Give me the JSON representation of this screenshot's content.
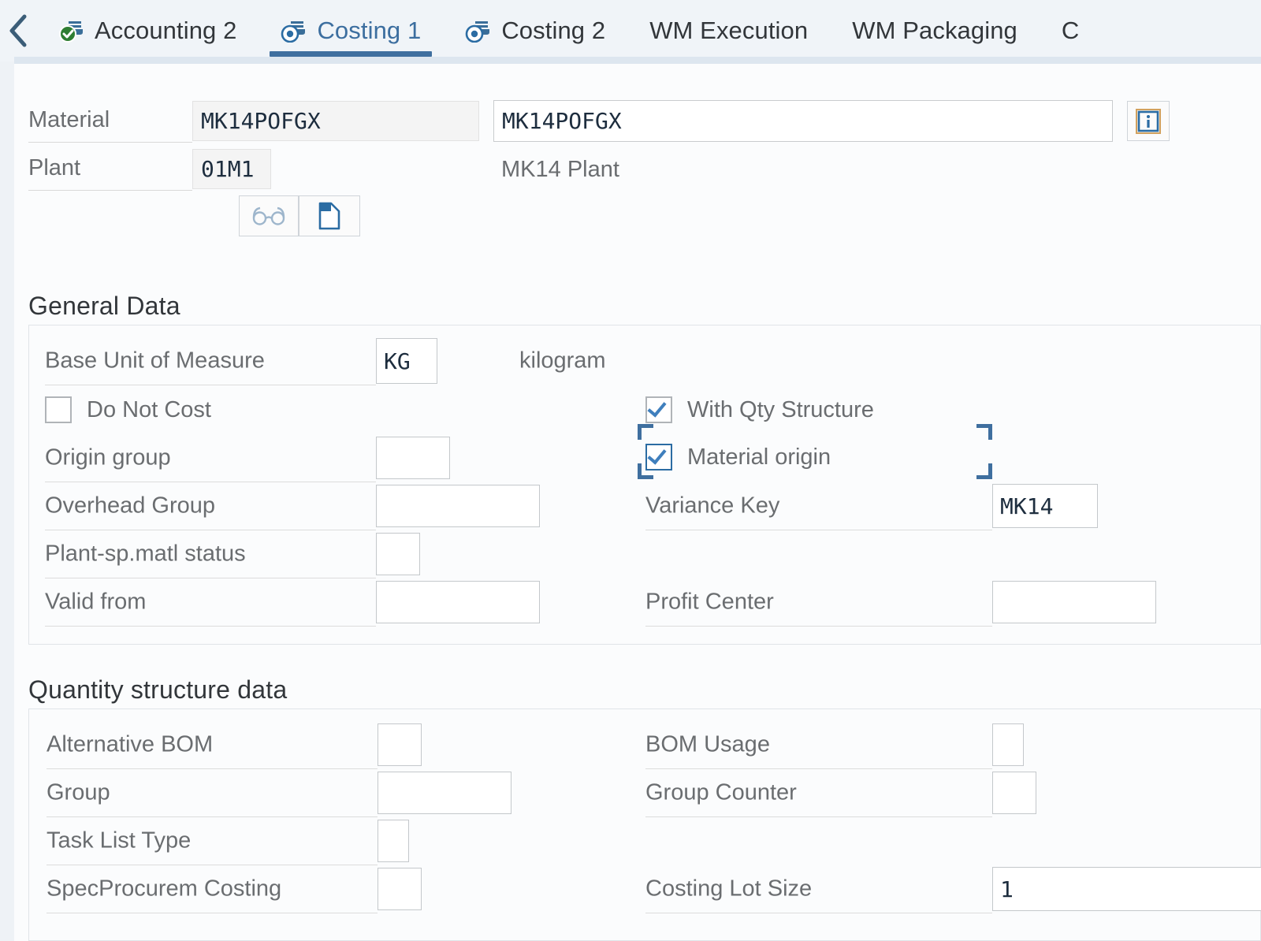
{
  "colors": {
    "tab_active": "#3c6e9f",
    "tab_underline": "#3f6f9f",
    "tabbar_bg": "#f0f4f8",
    "label": "#6a6d70",
    "value": "#1d2d3e",
    "focus_bracket": "#3f6f9f",
    "status_green": "#2e7d32",
    "icon_blue": "#3a6e99"
  },
  "tabbar": {
    "back_icon": "chevron-left-icon",
    "tabs": [
      {
        "label": "Accounting 2",
        "icon": "status-ok-stamp-icon",
        "active": false
      },
      {
        "label": "Costing 1",
        "icon": "costing-target-stamp-icon",
        "active": true
      },
      {
        "label": "Costing 2",
        "icon": "costing-target-stamp-icon",
        "active": false
      },
      {
        "label": "WM Execution",
        "icon": "",
        "active": false
      },
      {
        "label": "WM Packaging",
        "icon": "",
        "active": false
      },
      {
        "label": "C",
        "icon": "",
        "active": false
      }
    ]
  },
  "header": {
    "material": {
      "label": "Material",
      "value": "MK14POFGX",
      "description_value": "MK14POFGX"
    },
    "plant": {
      "label": "Plant",
      "value": "01M1",
      "description": "MK14 Plant"
    },
    "info_button": {
      "icon": "info-icon",
      "label": "i"
    },
    "buttons": [
      {
        "name": "display-glasses-button",
        "icon": "glasses-icon"
      },
      {
        "name": "document-page-button",
        "icon": "document-page-icon"
      }
    ]
  },
  "general_data": {
    "title": "General Data",
    "base_unit": {
      "label": "Base Unit of Measure",
      "value": "KG",
      "description": "kilogram"
    },
    "checkboxes": [
      {
        "label": "Do Not Cost",
        "checked": false,
        "focused": false
      },
      {
        "label": "With Qty Structure",
        "checked": true,
        "focused": false
      },
      {
        "label": "Material origin",
        "checked": true,
        "focused": true
      }
    ],
    "left_fields": [
      {
        "label": "Origin group",
        "value": ""
      },
      {
        "label": "Overhead Group",
        "value": ""
      },
      {
        "label": "Plant-sp.matl status",
        "value": ""
      },
      {
        "label": "Valid from",
        "value": ""
      }
    ],
    "right_fields": [
      {
        "label": "Variance Key",
        "value": "MK14"
      },
      {
        "label": "Profit Center",
        "value": ""
      }
    ]
  },
  "quantity_structure": {
    "title": "Quantity structure data",
    "left_fields": [
      {
        "label": "Alternative BOM",
        "value": ""
      },
      {
        "label": "Group",
        "value": ""
      },
      {
        "label": "Task List Type",
        "value": ""
      },
      {
        "label": "SpecProcurem Costing",
        "value": ""
      }
    ],
    "right_fields": [
      {
        "label": "BOM Usage",
        "value": ""
      },
      {
        "label": "Group Counter",
        "value": ""
      },
      {
        "label": "Costing Lot Size",
        "value": "1"
      }
    ]
  }
}
